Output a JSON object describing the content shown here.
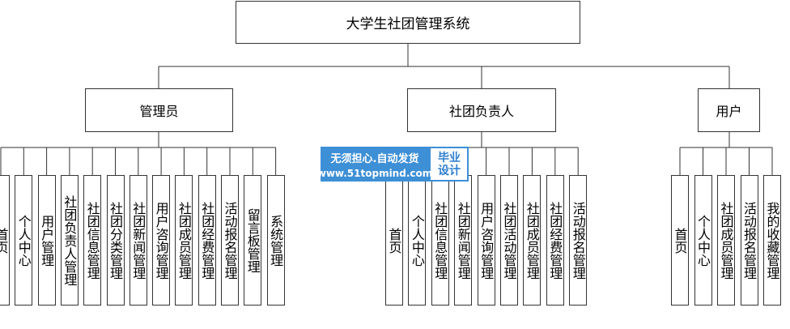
{
  "root": {
    "label": "大学生社团管理系统"
  },
  "groups": [
    {
      "label": "管理员",
      "leaves": [
        "首页",
        "个人中心",
        "用户管理",
        "社团负责人管理",
        "社团信息管理",
        "社团分类管理",
        "社团新闻管理",
        "用户咨询管理",
        "社团成员管理",
        "社团经费管理",
        "活动报名管理",
        "留言板管理",
        "系统管理"
      ]
    },
    {
      "label": "社团负责人",
      "leaves": [
        "首页",
        "个人中心",
        "社团信息管理",
        "社团新闻管理",
        "用户咨询管理",
        "社团活动管理",
        "社团成员管理",
        "社团经费管理",
        "活动报名管理"
      ]
    },
    {
      "label": "用户",
      "leaves": [
        "首页",
        "个人中心",
        "社团成员管理",
        "活动报名管理",
        "我的收藏管理"
      ]
    }
  ],
  "watermark": {
    "line1": "无须担心.自动发货",
    "line2": "www.51topmind.com",
    "badge_line1": "毕业",
    "badge_line2": "设计"
  },
  "colors": {
    "line": "#333333",
    "watermark_bg": "#3d8fd6"
  }
}
